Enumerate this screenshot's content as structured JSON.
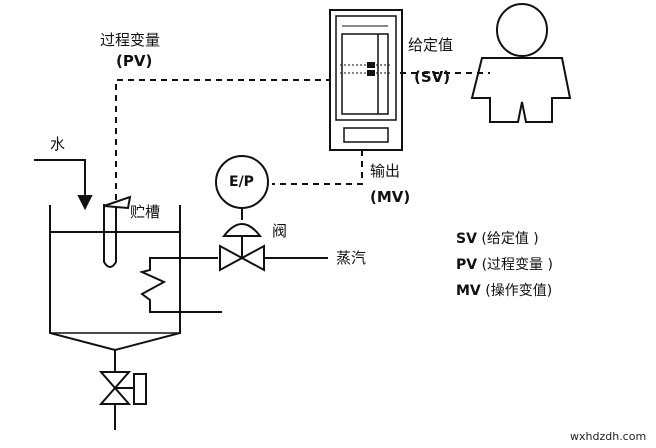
{
  "labels": {
    "pv_cn": "过程变量",
    "pv_abbr": "(PV)",
    "sv_cn": "给定值",
    "sv_abbr": "(SV)",
    "water": "水",
    "tank": "贮槽",
    "ep": "E/P",
    "output_cn": "输出",
    "mv_abbr": "(MV)",
    "valve": "阀",
    "steam": "蒸汽"
  },
  "legend": [
    {
      "abbr": "SV",
      "desc": "(给定值 )"
    },
    {
      "abbr": "PV",
      "desc": "(过程变量 )"
    },
    {
      "abbr": "MV",
      "desc": "(操作变值)"
    }
  ],
  "watermark": "wxhdzdh.com"
}
